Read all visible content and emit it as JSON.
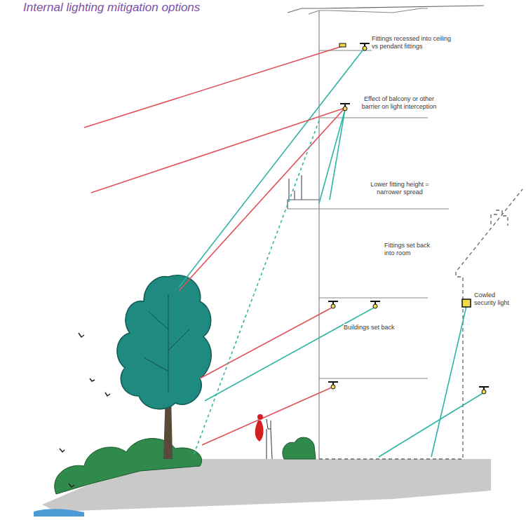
{
  "diagram": {
    "title": "Internal lighting mitigation options",
    "labels": [
      "Fittings recessed into ceiling vs pendant fittings",
      "Effect of balcony or other barrier on light interception",
      "Lower fitting height = narrower spread",
      "Fittings set back into room",
      "Cowled security light",
      "Buildings set back"
    ]
  }
}
